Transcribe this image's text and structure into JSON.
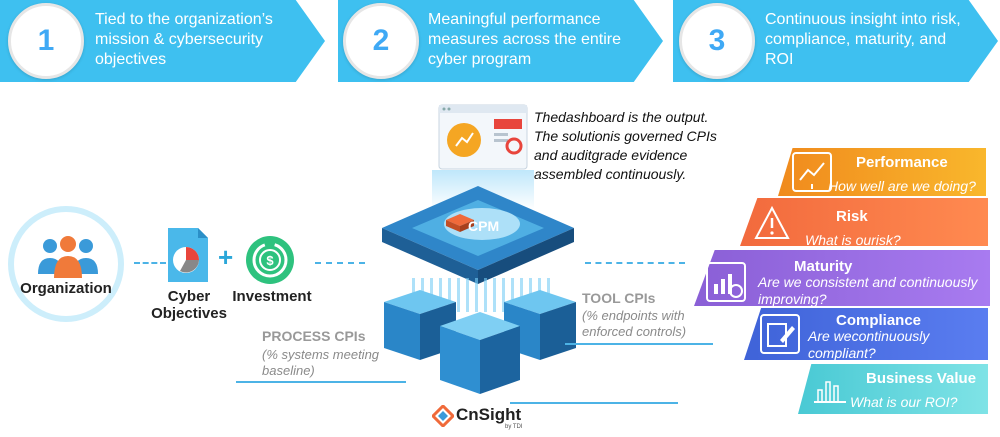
{
  "steps": [
    {
      "number": "1",
      "text": "Tied to the organization’s mission & cybersecurity objectives"
    },
    {
      "number": "2",
      "text": "Meaningful performance measures across the entire cyber program"
    },
    {
      "number": "3",
      "text": "Continuous insight into risk, compliance, maturity, and ROI"
    }
  ],
  "left": {
    "organization": "Organization",
    "cyber_objectives": "Cyber Objectives",
    "plus": "+",
    "investment": "Investment"
  },
  "center": {
    "dashboard_note": "Thedashboard is the output. The solutionis governed CPIs and auditgrade evidence assembled continuously.",
    "cpm_label": "CPM",
    "process_title": "PROCESS CPIs",
    "process_sub": "(% systems meeting baseline)",
    "tool_title": "TOOL CPIs",
    "tool_sub": "(% endpoints with enforced controls)",
    "brand": "CnSight",
    "brand_by": "by TDI"
  },
  "outcomes": [
    {
      "title": "Performance",
      "question": "How well are we doing?",
      "color": "#f5a623",
      "icon": "chart-board-icon"
    },
    {
      "title": "Risk",
      "question": "What is ourisk?",
      "color": "#f26a3d",
      "icon": "warning-icon"
    },
    {
      "title": "Maturity",
      "question": "Are we consistent and continuously improving?",
      "color": "#8d5fd3",
      "icon": "growth-chart-icon"
    },
    {
      "title": "Compliance",
      "question": "Are wecontinuously compliant?",
      "color": "#4f6fe0",
      "icon": "document-pen-icon"
    },
    {
      "title": "Business Value",
      "question": "What is our ROI?",
      "color": "#52d3d8",
      "icon": "bar-chart-icon"
    }
  ],
  "colors": {
    "chevron": "#38bdf0",
    "accent": "#3fa9f5",
    "cube": "#2f86c9"
  }
}
